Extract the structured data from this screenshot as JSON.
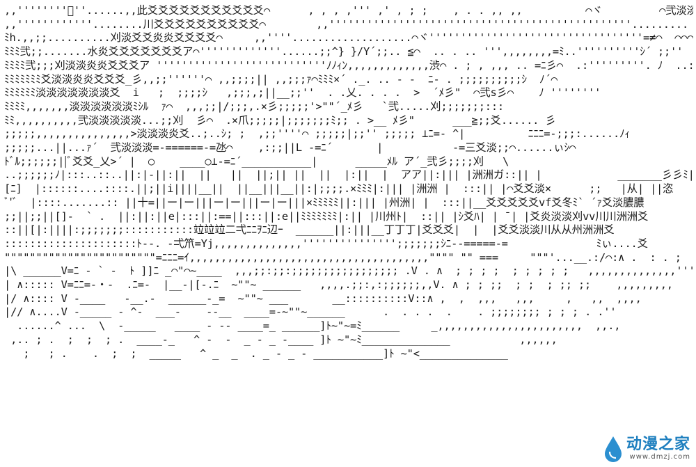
{
  "artwork": {
    "lines": [
      ",,''''''''ﾞ''......,,此爻爻爻爻爻爻爻爻爻爻爻⌒      , , , ,''' ,' , ; ;    , . . ,, ,,          ⌒ヾ         ⌒弐淡淡淡淡淡淡淡",
      ",,''''''''''''........川爻爻爻爻爻爻爻爻爻爻⌒        ,,''''''''''''''''''''''''''''''''''''''''''''''''.........      ⌒淡淡淡淡淡淡",
      "ﾐh.,,;;..........刈淡爻爻炎炎爻爻爻爻⌒     ,,''''...................⌒ヾ''''''''''''''''''''''''''''''''''=≠⌒  ⌒⌒⌒'';;乂爻淡淡ｧ⌒",
      "ﾐﾐﾐ弐;;.......水炎爻爻爻爻爻爻爻ア⌒'''''''''''''......;;^} }/Y´;;.. ≦⌒  .. . .. ''',,,,,,,,=ﾐ..''''''''''ｼ´ ;;''",
      "ﾐﾐﾐﾐ弐;;;刈淡淡炎炎爻爻爻ア '''''''''''''''''''''''''''ﾉﾉｨﾝ,,,,,,,,,,,,,渋⌒ . ; , ,,, .. =ﾆ彡⌒  .:'''''''''. ﾉ  ..:",
      "ﾐﾐﾐﾐﾐﾐﾐ爻淡淡炎炎爻爻爻_彡,,;;''''''⌒ ,,;;;;|| ,,;;;ｧ⌒ﾐﾐﾐ×´ ._. .. - -  ﾆ- . ;;;;;;;;;;ｼ  ﾉ´⌒",
      "ﾐﾐﾐﾐﾐﾐ淡淡淡淡淡淡淡爻  i   ;  ;;;;ｼ   ,;;;,;||__;;''  . .乂. . . .  >  ´ﾒ彡\"  ⌒弐s彡⌒    ﾉ ''''''''",
      "ﾐﾐﾐﾐ,,,,,,,淡淡淡淡淡淡ﾐｼﾙ  ｧ⌒  ,,,;;|/;;;,.×彡;;;;;'>\"\"´_ﾒ彡   `弐.....刈;;;;;;;:::",
      "ﾐﾐ,,,,,,,,,,弐淡淡淡淡淡...;;刈  彡⌒  .×爪;;;;;|;;;;;;;ﾐ;; . >__ ﾒ彡\"      ___≧;;爻...... 彡",
      ";;;;;,,,,,,,,,,,,,,,>淡淡淡炎爻..;..ｼ; ;  ,;;''''⌒ ;;;;;|;;'' ;;;;; ⊥ﾆ=- ^|          ﾆﾆﾆ=-;;;:......ﾉｨ",
      ";;;;;...||...ｧ´  弐淡淡淡=-======-=氹⌒    ,:;;||L -=ﾆ´       |           -=三爻淡;;⌒......ぃｼ⌒",
      "ﾄﾞﾙ;;;;;;||ﾞ爻爻_乂>´ |  ○    ____○⊥-=ﾆ´___________|      _____ﾒﾙ ア´_弐彡;;;;刈   \\",
      "..;;;;;;ﾉ|:::..::..||:|-||:||  ||   ||  ||;|| ||  ||  |:||  |  アア||:||| |洲洲ガ::|| |            _______彡彡ﾐ| |丁鬆",
      "[ﾆ]  |::::::....::::.||;||i||||__||  ||__|||__||:|;;;;.×ﾐﾐﾐ|:||| |洲洲 |  :::|| |⌒爻爻淡×      ;;   |从| ||恣",
      "ﾞ'ﾞ  |::::.......:: ||十=||ー|ー|||ー|ー|||ー|ー|||×ﾐﾐﾐﾐﾐ||:||| |州洲| |  :::||__爻爻爻爻爻vf爻冬ﾐ` ´ｧ爻淡膿膿",
      ";;||;;||[]-  ` .  ||:||:||e|:::||:==||:::||:e||ﾐﾐﾐﾐﾐﾐﾐ|:|| |川州ﾄ|  ::|| |ｼ爻ﾊ| | ¯| |爻炎淡淡刈vv川川洲洲爻",
      "::||[|:||||:;;;;;;;:::::::::::竝竝竝二弌ﾆﾆｦﾆ辺ｰ  ______||:|||__丁丁丁|爻爻爻|  |  |爻爻淡淡川从从州洲洲爻",
      ":::::::::::::::::::::ﾄ--. -弌笊=Yj,,,,,,,,,,,,,,''''''''''''''';;;;;;;ｼﾆ--=====-=              ﾐぃ....爻",
      "\"\"\"\"\"\"\"\"\"\"\"\"\"\"\"\"\"\"\"\"\"\"\"\"=ﾆﾆﾆ=ｲ,,,,,,,,,,,,,,,,,,,,,,,,,,,,,,,,,,,,,,\"\"\"\" \"\" ===     \"\"\"'...__.:/⌒:∧ .  : . ;  ;  ;  ;  ; ;;  ,,  ,,,,,,, ﾊﾞ",
      "|\\ ______V=ﾆ - ` -  ﾄ ]]ﾆ _⌒\"⌒~____  ,,,;;:;;:;;;;;;;;;;;;;;;;; .V . ∧  ; ; ; ;  ; ; ; ; ;   ,,,,,,,,,,,,,,''''''''",
      "| ∧::::: V=ﾆﾆ=-・-  .ﾆ=-  |__-|[-.ﾆ  ~\"\"~ ______   ,,,,.;;:,:;;;;;;,,V. ∧ ; ; ;;  ; ;  ; ;; ;;    ,,,,,,,,,",
      "|/ ∧:::: V -____   -__.-  ______-_=  ~\"\"~ ___       __::::::::::V::∧ ,  ,  ,,,   ,,,     ,   ,,  ,,,,",
      "|// ∧....V -_____ - ^-  ___-    --__  ____=-~\"\"~______      .  . . .  .    . ;;;;;;;; ; ; ; . .''",
      "  ......^ ...  \\  -_____   ____ - -- ____=_ ______]ﾄ~\"~=ﾐ______     _,,,,,,,,,,,,,,,,,,,,,,,  ,,.,",
      " ,.. ; .  ;  ;  ; .  ____-_   ^ -  -  _ - _ -____ ]ﾄ ~\"~ﾐ______________           ,,,,,,",
      "   ;   ; .    .  ;  ;  _____   ^ _  _  . _ - _ - ___________]ﾄ ~\"<______________"
    ]
  },
  "watermark": {
    "brand": "动漫之家",
    "url": "www.dmzj.com",
    "color": "#1e7fbf"
  }
}
